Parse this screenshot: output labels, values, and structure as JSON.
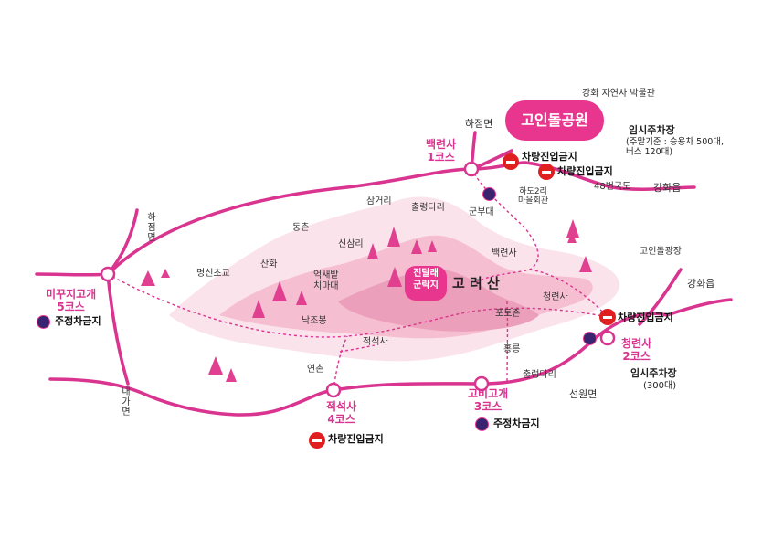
{
  "labels": {
    "museum": "강화 자연사 박물관",
    "park": "고인돌공원",
    "hajeommyeon_top": "하점면",
    "hajeommyeon_left": "하점면",
    "baekryeonsa_course": "백련사\n1코스",
    "no_vehicle_1": "차량진입금지",
    "no_vehicle_2": "차량진입금지",
    "no_vehicle_3": "차량진입금지",
    "no_vehicle_4": "차량진입금지",
    "temp_parking_1": "임시주차장",
    "temp_parking_1_detail": "(주말기준 : 승용차 500대,\n 버스 120대)",
    "hado2ri": "하도2리\n마을회관",
    "route48": "48번국도",
    "ganghwaeup_top": "강화읍",
    "samgeori": "삼거리",
    "chuldeoldari_top": "출렁다리",
    "gunbudae": "군부대",
    "dongchon": "동촌",
    "sinsamri": "신삼리",
    "goindol_square": "고인돌광장",
    "ganghwaeup_right": "강화읍",
    "mikkuji_course": "미꾸지고개\n5코스",
    "no_parking_1": "주정차금지",
    "myeongsin_school": "명신초교",
    "sanhwa": "산화",
    "eoksaebat": "억새밭\n치마대",
    "jindallae": "진달래\n군락지",
    "goryeosan": "고 려 산",
    "baekryeonsa_place": "백련사",
    "cheongryeonsa_place": "청련사",
    "photojon": "포토존",
    "nakjobong": "낙조봉",
    "jeokseoksa_place": "적석사",
    "cheongryeonsa_course": "청련사\n2코스",
    "temp_parking_2": "임시주차장",
    "temp_parking_2_detail": "(300대)",
    "hongreung": "홍릉",
    "chuldeoldari_bottom": "출렁다리",
    "seonwonmyeon": "선원면",
    "naegamyeon": "내가면",
    "yeonchon": "연촌",
    "jeokseoksa_course": "적석사\n4코스",
    "gobigogae_course": "고비고개\n3코스",
    "no_parking_2": "주정차금지"
  },
  "colors": {
    "road": "#d9348f",
    "trail": "#d9348f",
    "mountain_light": "#fbe3ec",
    "mountain_mid": "#f5bfd1",
    "mountain_dark": "#ec9fba",
    "peak": "#e0408f",
    "badge": "#e8368f",
    "no_entry": "#e02020",
    "no_parking": "#3a2470"
  }
}
